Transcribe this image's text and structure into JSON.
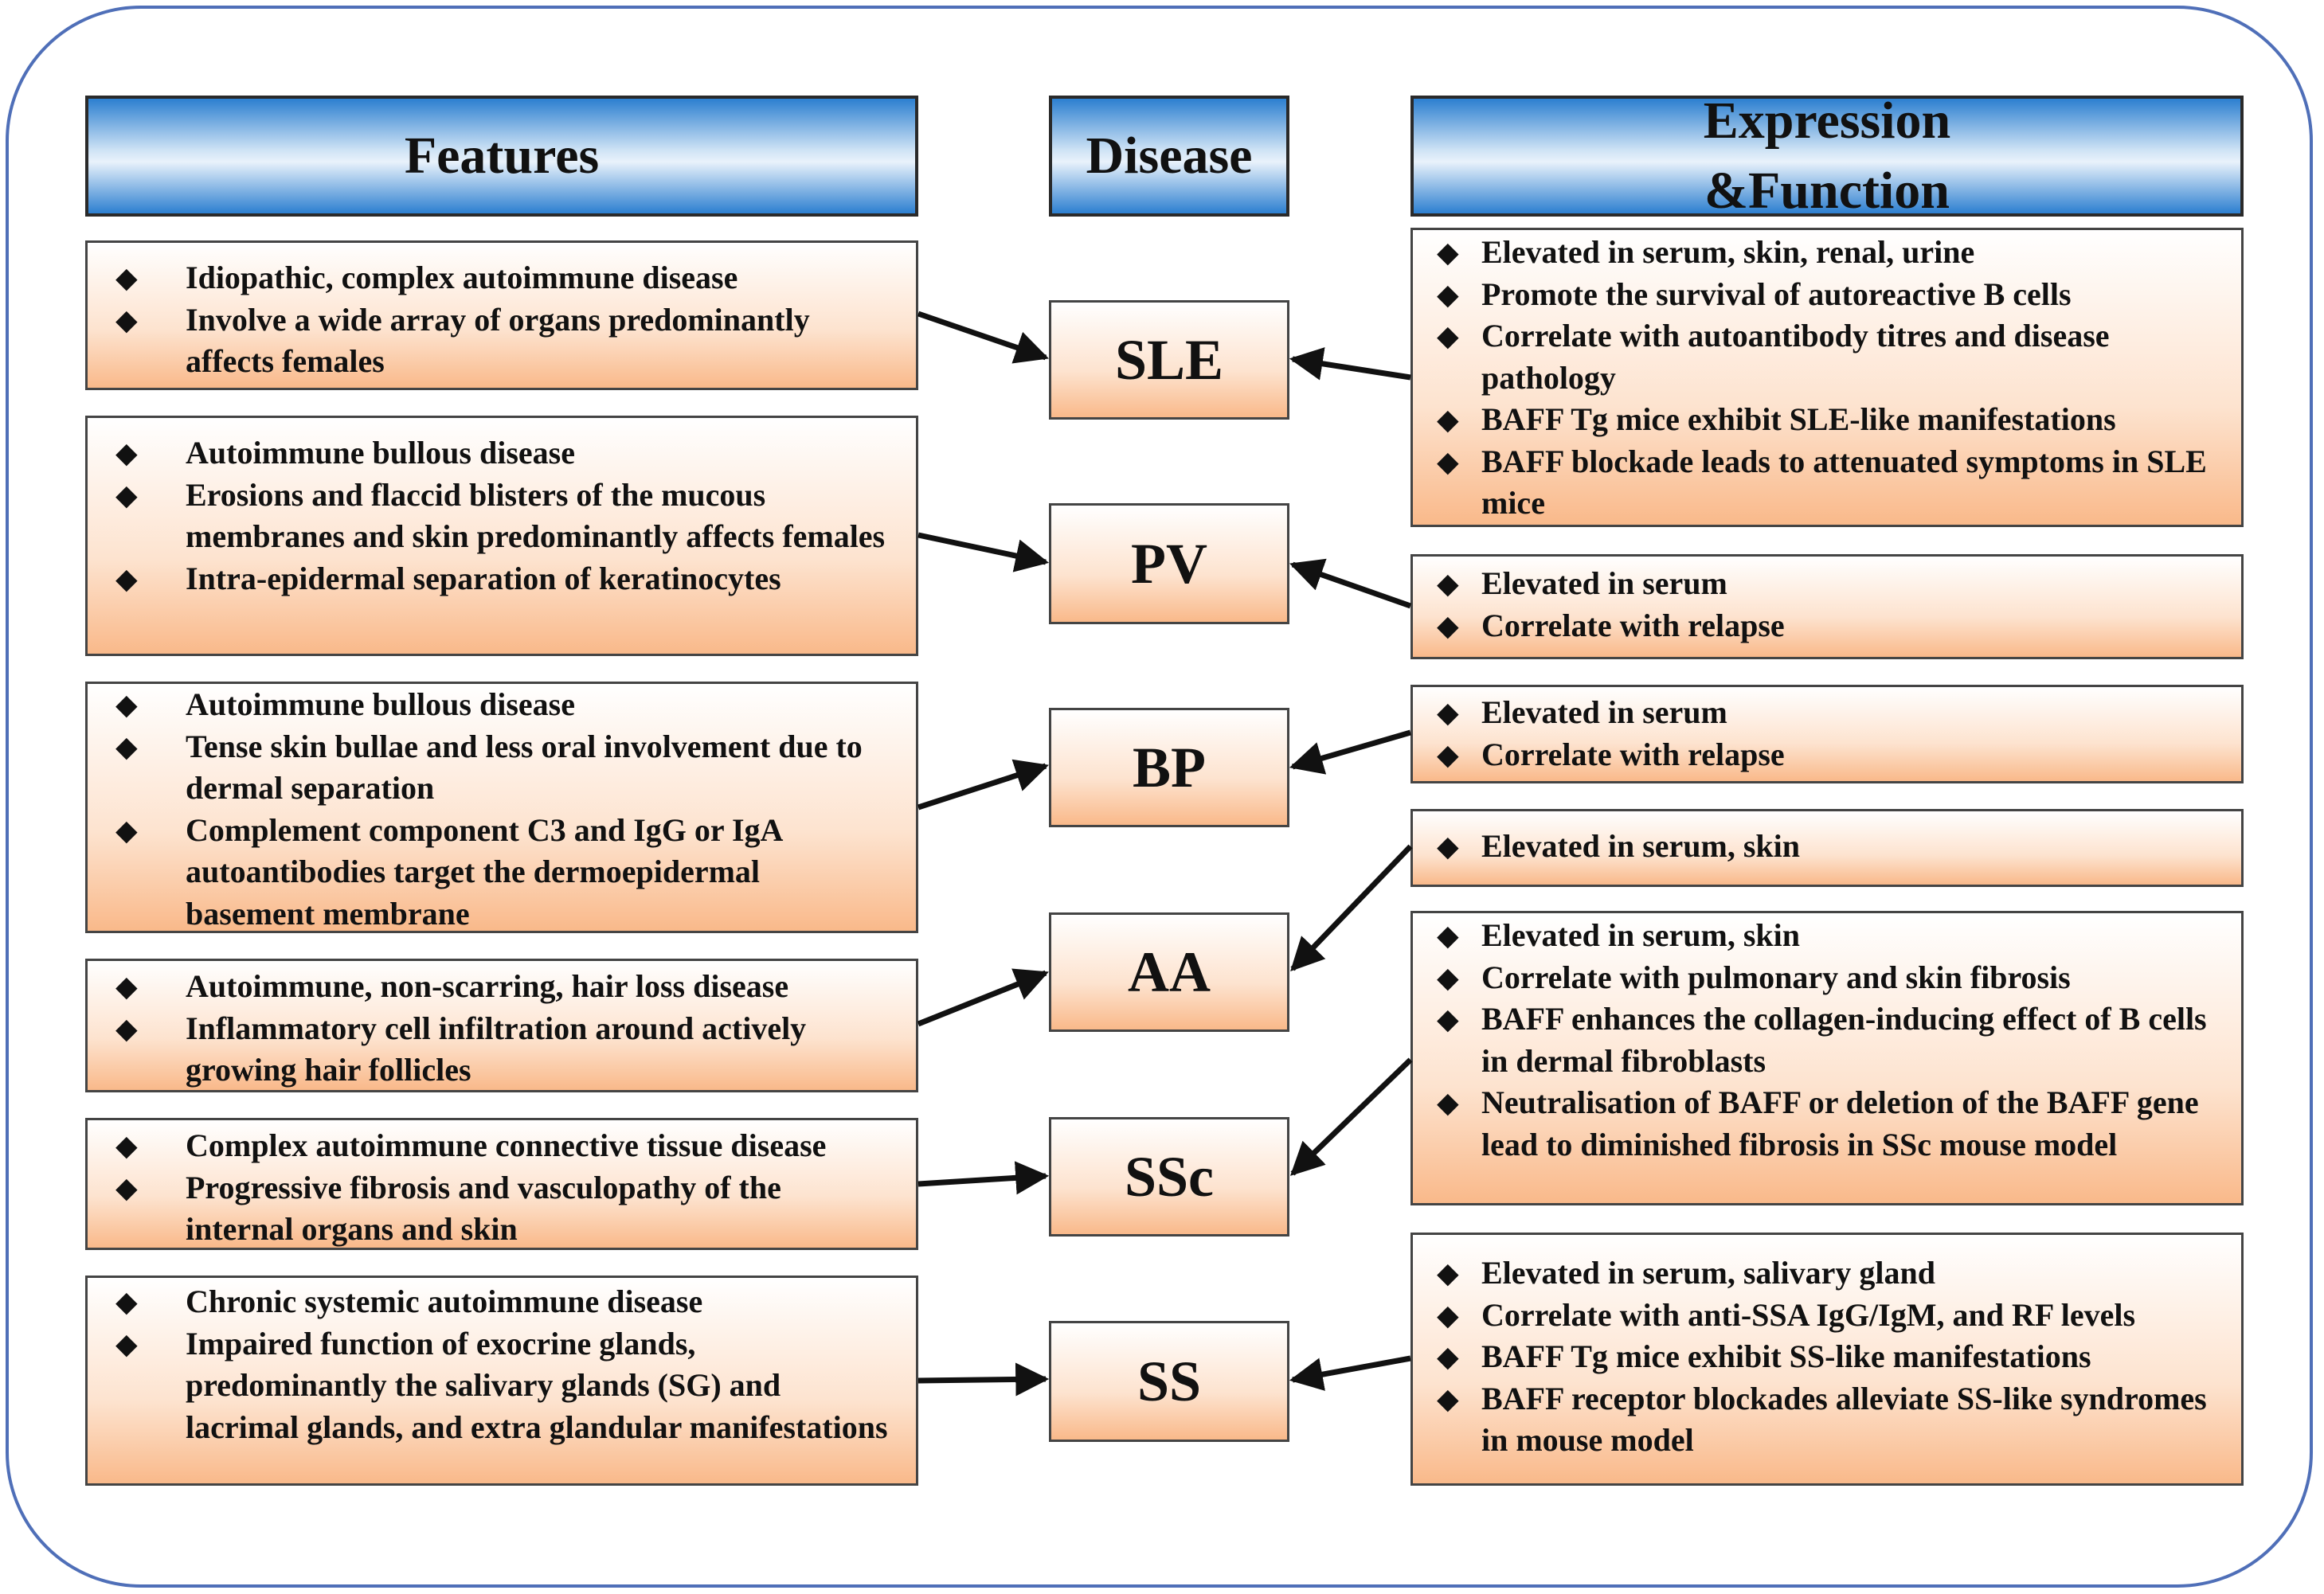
{
  "headers": {
    "features": "Features",
    "disease": "Disease",
    "expression_line1": "Expression",
    "expression_line2": "&Function"
  },
  "bullet_glyph": "◆",
  "diseases": [
    "SLE",
    "PV",
    "BP",
    "AA",
    "SSc",
    "SS"
  ],
  "features": [
    [
      "Idiopathic, complex autoimmune disease",
      "Involve a wide array of organs  predominantly affects females"
    ],
    [
      "Autoimmune bullous disease",
      "Erosions and flaccid blisters of the mucous membranes and skin predominantly affects females",
      "Intra-epidermal separation of keratinocytes"
    ],
    [
      "Autoimmune bullous  disease",
      "Tense skin bullae and less oral involvement due to dermal separation",
      "Complement component C3 and IgG or IgA autoantibodies target the dermoepidermal basement membrane"
    ],
    [
      "Autoimmune, non-scarring, hair loss disease",
      "Inflammatory cell infiltration around actively growing hair follicles"
    ],
    [
      "Complex autoimmune connective tissue disease",
      "Progressive fibrosis and vasculopathy of the internal organs and  skin"
    ],
    [
      "Chronic systemic autoimmune disease",
      "Impaired function of exocrine glands, predominantly the salivary glands (SG) and lacrimal glands, and extra glandular manifestations"
    ]
  ],
  "expression": [
    [
      "Elevated in serum, skin, renal, urine",
      "Promote the survival of autoreactive B cells",
      "Correlate with autoantibody titres and disease pathology",
      "BAFF Tg mice exhibit SLE-like manifestations",
      "BAFF blockade leads to attenuated symptoms in SLE mice"
    ],
    [
      "Elevated in serum",
      "Correlate with relapse"
    ],
    [
      "Elevated in serum",
      "Correlate with relapse"
    ],
    [
      "Elevated in serum, skin"
    ],
    [
      "Elevated in serum, skin",
      "Correlate with pulmonary and skin fibrosis",
      "BAFF enhances the collagen-inducing effect of B cells in dermal fibroblasts",
      "Neutralisation of BAFF or deletion of the BAFF gene lead to diminished fibrosis in SSc mouse model"
    ],
    [
      "Elevated in serum, salivary gland",
      "Correlate with anti-SSA IgG/IgM, and RF levels",
      "BAFF Tg mice exhibit SS-like manifestations",
      "BAFF receptor blockades alleviate SS-like syndromes in mouse model"
    ]
  ]
}
